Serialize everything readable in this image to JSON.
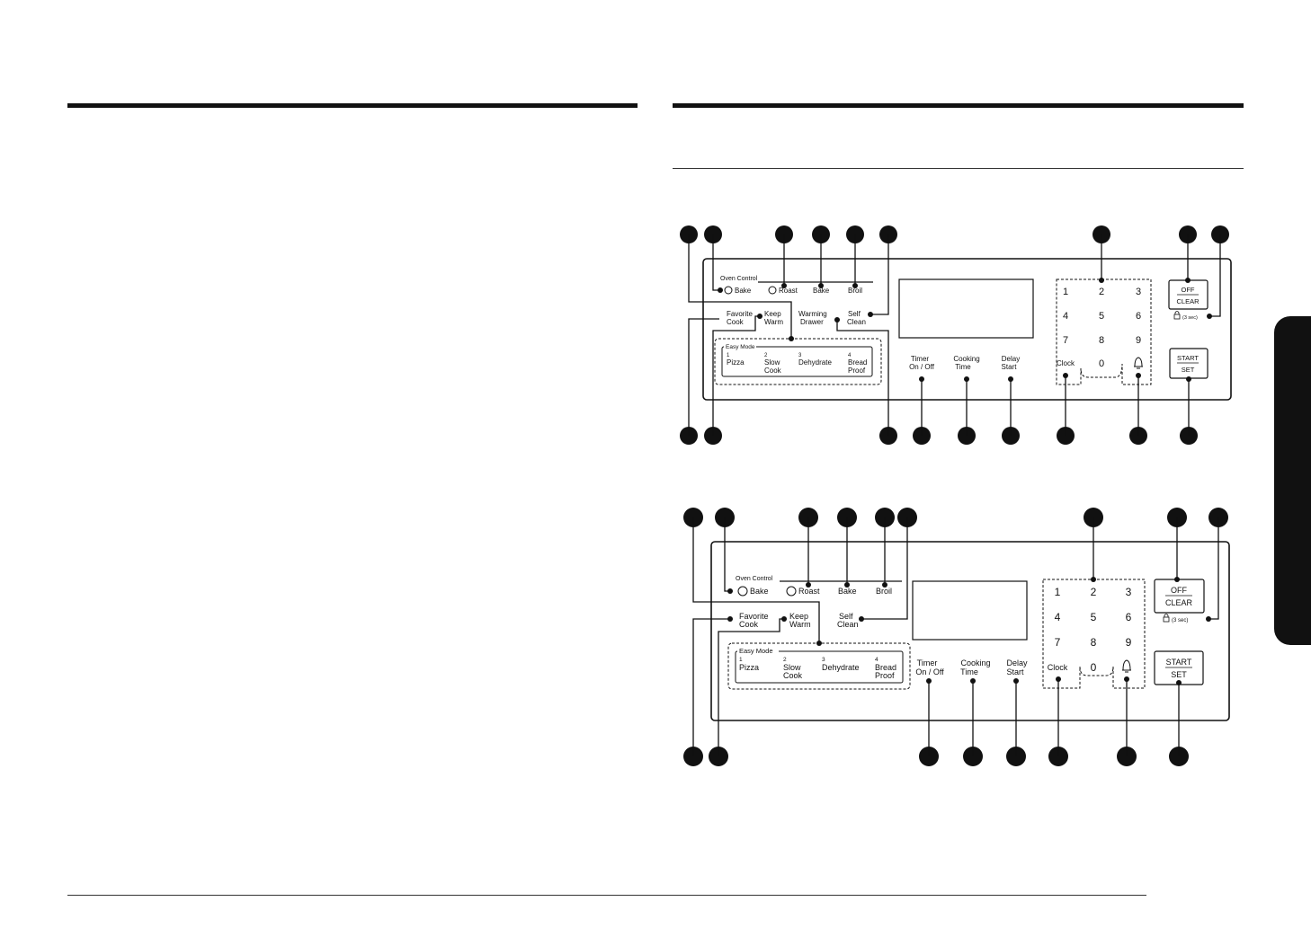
{
  "panels": [
    {
      "oven_control_label": "Oven Control",
      "top_modes": [
        {
          "icon": "convection-fan-icon",
          "label": "Bake"
        },
        {
          "icon": "convection-fan-icon",
          "label": "Roast"
        },
        {
          "icon": "",
          "label": "Bake"
        },
        {
          "icon": "",
          "label": "Broil"
        }
      ],
      "favorite_cook": [
        "Favorite",
        "Cook"
      ],
      "keep_warm": [
        "Keep",
        "Warm"
      ],
      "warming_drawer": [
        "Warming",
        "Drawer"
      ],
      "self_clean": [
        "Self",
        "Clean"
      ],
      "easy_mode": {
        "label": "Easy Mode",
        "items": [
          {
            "num": "1",
            "lines": [
              "Pizza"
            ]
          },
          {
            "num": "2",
            "lines": [
              "Slow",
              "Cook"
            ]
          },
          {
            "num": "3",
            "lines": [
              "Dehydrate"
            ]
          },
          {
            "num": "4",
            "lines": [
              "Bread",
              "Proof"
            ]
          }
        ]
      },
      "timer": [
        "Timer",
        "On / Off"
      ],
      "cooking_time": [
        "Cooking",
        "Time"
      ],
      "delay_start": [
        "Delay",
        "Start"
      ],
      "clock": "Clock",
      "keypad": [
        "1",
        "2",
        "3",
        "4",
        "5",
        "6",
        "7",
        "8",
        "9",
        "0"
      ],
      "off_clear": [
        "OFF",
        "CLEAR"
      ],
      "lock_hint": "(3 sec)",
      "start_set": [
        "START",
        "SET"
      ],
      "bell_icon": "bell-icon",
      "lock_icon": "lock-icon"
    },
    {
      "oven_control_label": "Oven Control",
      "top_modes": [
        {
          "icon": "convection-fan-icon",
          "label": "Bake"
        },
        {
          "icon": "convection-fan-icon",
          "label": "Roast"
        },
        {
          "icon": "",
          "label": "Bake"
        },
        {
          "icon": "",
          "label": "Broil"
        }
      ],
      "favorite_cook": [
        "Favorite",
        "Cook"
      ],
      "keep_warm": [
        "Keep",
        "Warm"
      ],
      "self_clean": [
        "Self",
        "Clean"
      ],
      "easy_mode": {
        "label": "Easy Mode",
        "items": [
          {
            "num": "1",
            "lines": [
              "Pizza"
            ]
          },
          {
            "num": "2",
            "lines": [
              "Slow",
              "Cook"
            ]
          },
          {
            "num": "3",
            "lines": [
              "Dehydrate"
            ]
          },
          {
            "num": "4",
            "lines": [
              "Bread",
              "Proof"
            ]
          }
        ]
      },
      "timer": [
        "Timer",
        "On / Off"
      ],
      "cooking_time": [
        "Cooking",
        "Time"
      ],
      "delay_start": [
        "Delay",
        "Start"
      ],
      "clock": "Clock",
      "keypad": [
        "1",
        "2",
        "3",
        "4",
        "5",
        "6",
        "7",
        "8",
        "9",
        "0"
      ],
      "off_clear": [
        "OFF",
        "CLEAR"
      ],
      "lock_hint": "(3 sec)",
      "start_set": [
        "START",
        "SET"
      ],
      "bell_icon": "bell-icon",
      "lock_icon": "lock-icon"
    }
  ]
}
